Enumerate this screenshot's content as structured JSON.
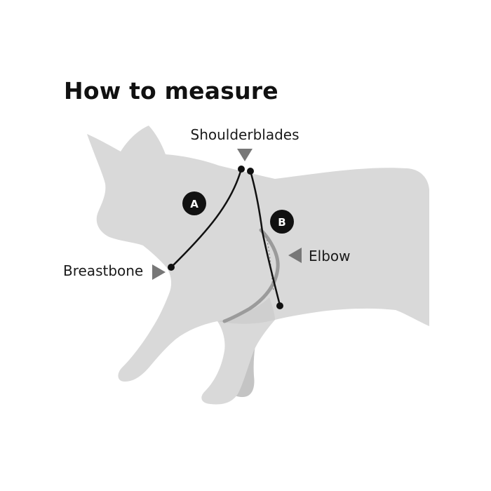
{
  "title": "How to measure",
  "labels": {
    "shoulderblades": "Shoulderblades",
    "breastbone": "Breastbone",
    "elbow": "Elbow"
  },
  "markers": {
    "a": "A",
    "b": "B"
  },
  "colors": {
    "cat_body": "#d9d9d9",
    "cat_shadow": "#bdbdbd",
    "strap": "#111111",
    "arrow": "#777777",
    "elbow_curve": "#9b9b9b",
    "badge": "#111111"
  },
  "icons": [
    "cat-silhouette",
    "arrow-down-icon",
    "arrow-right-icon",
    "arrow-left-icon"
  ]
}
